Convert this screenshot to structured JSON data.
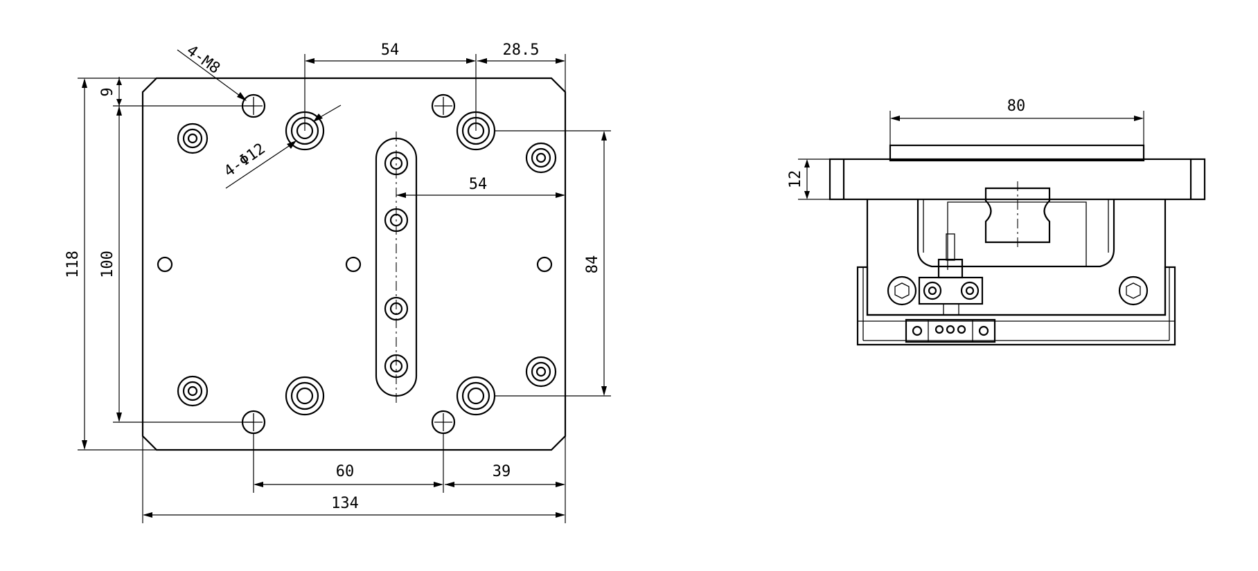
{
  "plan_view": {
    "dimensions": {
      "top_54": "54",
      "top_28_5": "28.5",
      "slot_54": "54",
      "left_9": "9",
      "left_100": "100",
      "left_118": "118",
      "right_84": "84",
      "bottom_60": "60",
      "bottom_39": "39",
      "bottom_134": "134"
    },
    "callouts": {
      "thread_holes": "4-M8",
      "counterbores": "4-Φ12"
    }
  },
  "side_view": {
    "dimensions": {
      "top_80": "80",
      "left_12": "12"
    }
  }
}
